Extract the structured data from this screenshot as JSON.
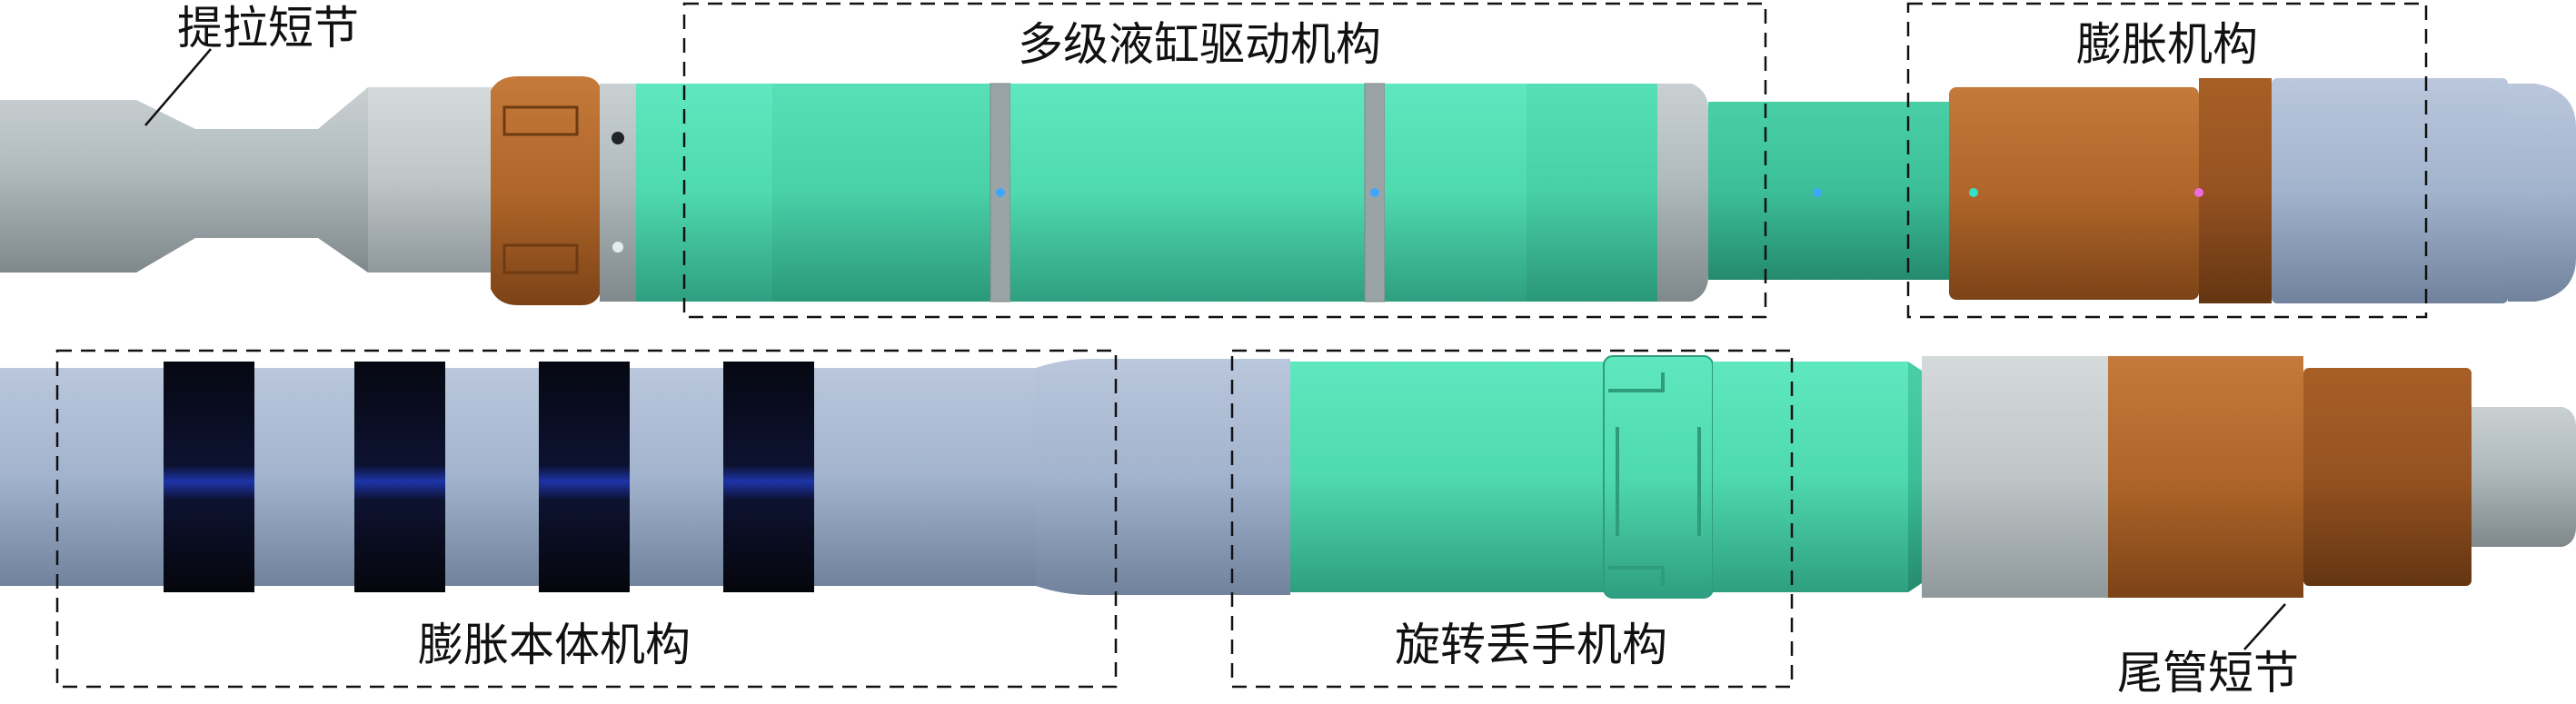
{
  "labels": {
    "lifting_sub": "提拉短节",
    "hydraulic_drive": "多级液缸驱动机构",
    "expansion_mechanism": "膨胀机构",
    "expansion_body": "膨胀本体机构",
    "rotary_release": "旋转丢手机构",
    "tail_sub": "尾管短节"
  },
  "colors": {
    "steel": "#a9b4b7",
    "cyan": "#50dcb0",
    "bronze": "#b56a2e",
    "blue_steel": "#a2b3cd",
    "rubber": "#0b0f1f",
    "outline": "#111111"
  }
}
